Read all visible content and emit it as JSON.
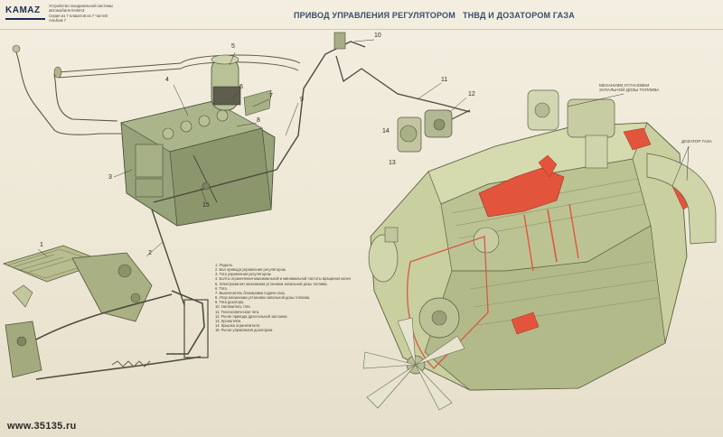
{
  "header": {
    "logo": "KAMAZ",
    "meta_lines": [
      "Устройство газодизельной системы",
      "автомобиля КАМАЗ",
      "Серия из 7 плакатов из 7 частей",
      "Альбом 7"
    ],
    "title": "ПРИВОД УПРАВЛЕНИЯ РЕГУЛЯТОРОМ",
    "title_right": "ТНВД И ДОЗАТОРОМ ГАЗА"
  },
  "callouts": [
    "1",
    "2",
    "3",
    "4",
    "5",
    "6",
    "7",
    "8",
    "9",
    "10",
    "11",
    "12",
    "13",
    "14",
    "15"
  ],
  "annotations": {
    "mechanism": [
      "Механизм установки",
      "запальной дозы топлива"
    ],
    "gas_dosing": "Дозатор газа"
  },
  "legend": [
    "1. Педаль.",
    "2. Вал привода управления регулятором.",
    "3. Тяга управления регулятором.",
    "4. Болты ограничения максимальной и минимальной частоты вращения коленчатого вала.",
    "5. Электромагнит механизма установки запальной дозы топлива.",
    "6. Тяга.",
    "7. Выключатель блокировки подачи газа.",
    "8. Упор механизма установки запальной дозы топлива.",
    "9. Тяга дозатора.",
    "10. Натяжитель тяги.",
    "11. Телескопическая тяга.",
    "12. Рычаг привода дроссельной заслонки.",
    "13. Кронштейн.",
    "14. Крышка ограничителя.",
    "15. Рычаг управления дозатором."
  ],
  "footer": {
    "url": "www.35135.ru"
  },
  "colors": {
    "paper": "#ede7d5",
    "engine_body": "#c9cf9f",
    "pump_body": "#97a37a",
    "highlight_red": "#e2553c",
    "title_blue": "#3c4c6c"
  }
}
